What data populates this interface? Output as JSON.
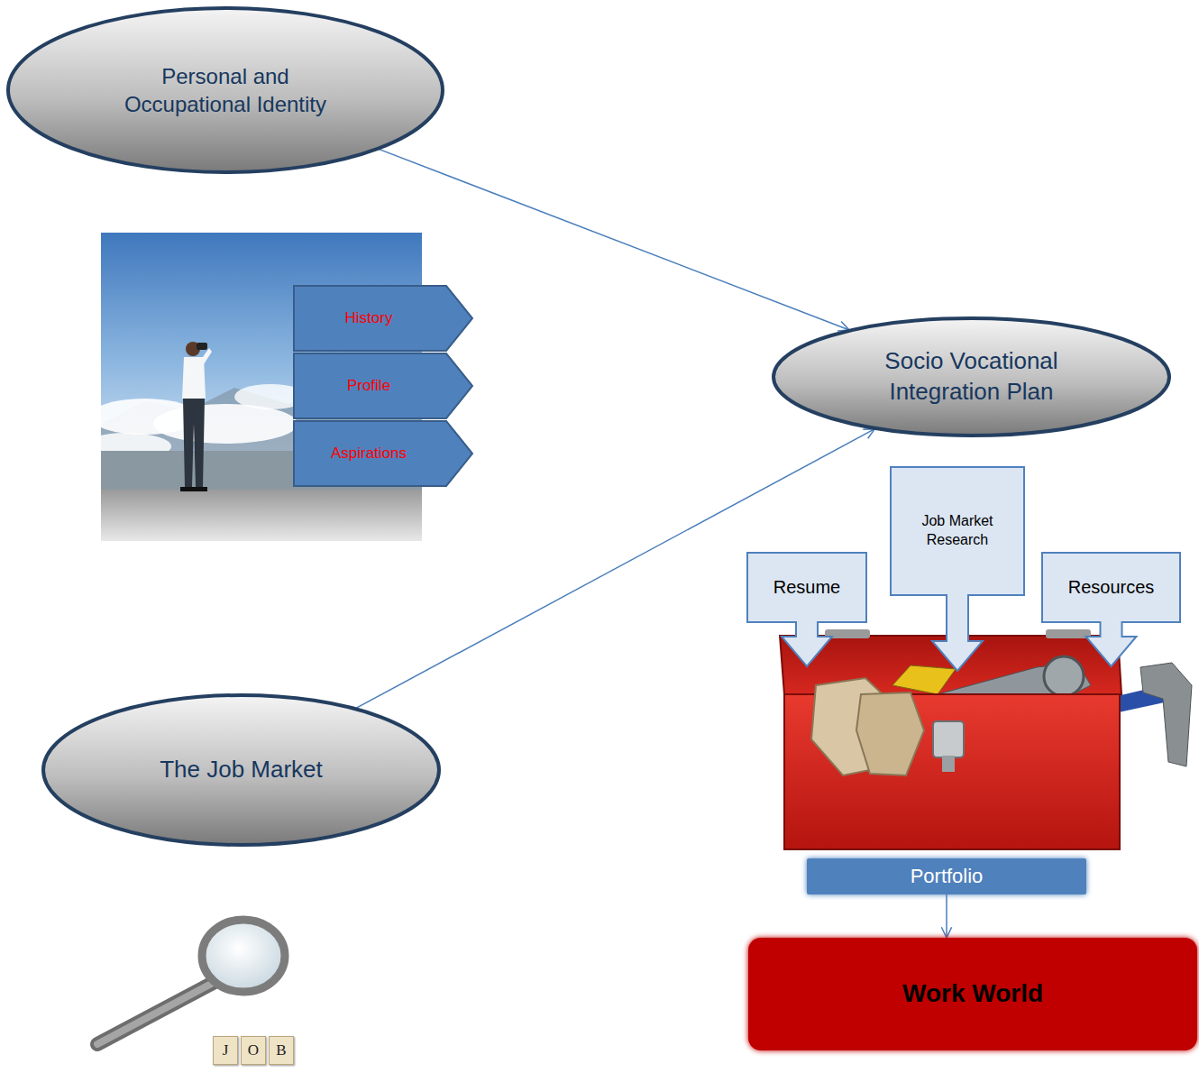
{
  "diagram": {
    "nodes": [
      {
        "text": [
          "Personal and Occupational Identity"
        ]
      },
      {
        "text": [
          "History"
        ]
      },
      {
        "text": [
          "Profile"
        ]
      },
      {
        "text": [
          "Aspirations"
        ]
      },
      {
        "text": [
          "Socio Vocational Integration Plan"
        ]
      },
      {
        "text": [
          "Resume"
        ]
      },
      {
        "text": [
          "Job Market Research"
        ]
      },
      {
        "text": [
          "Resources"
        ]
      },
      {
        "text": [
          "The Job Market"
        ]
      },
      {
        "text": [
          "Portfolio"
        ]
      },
      {
        "text": [
          "Work World"
        ]
      }
    ],
    "edges": [
      {
        "from": 0,
        "to": 4,
        "arrow": "to"
      },
      {
        "from": 8,
        "to": 4,
        "arrow": "to"
      },
      {
        "from": 9,
        "to": 10,
        "arrow": "to"
      }
    ],
    "labels": [
      "J",
      "O",
      "B"
    ]
  }
}
